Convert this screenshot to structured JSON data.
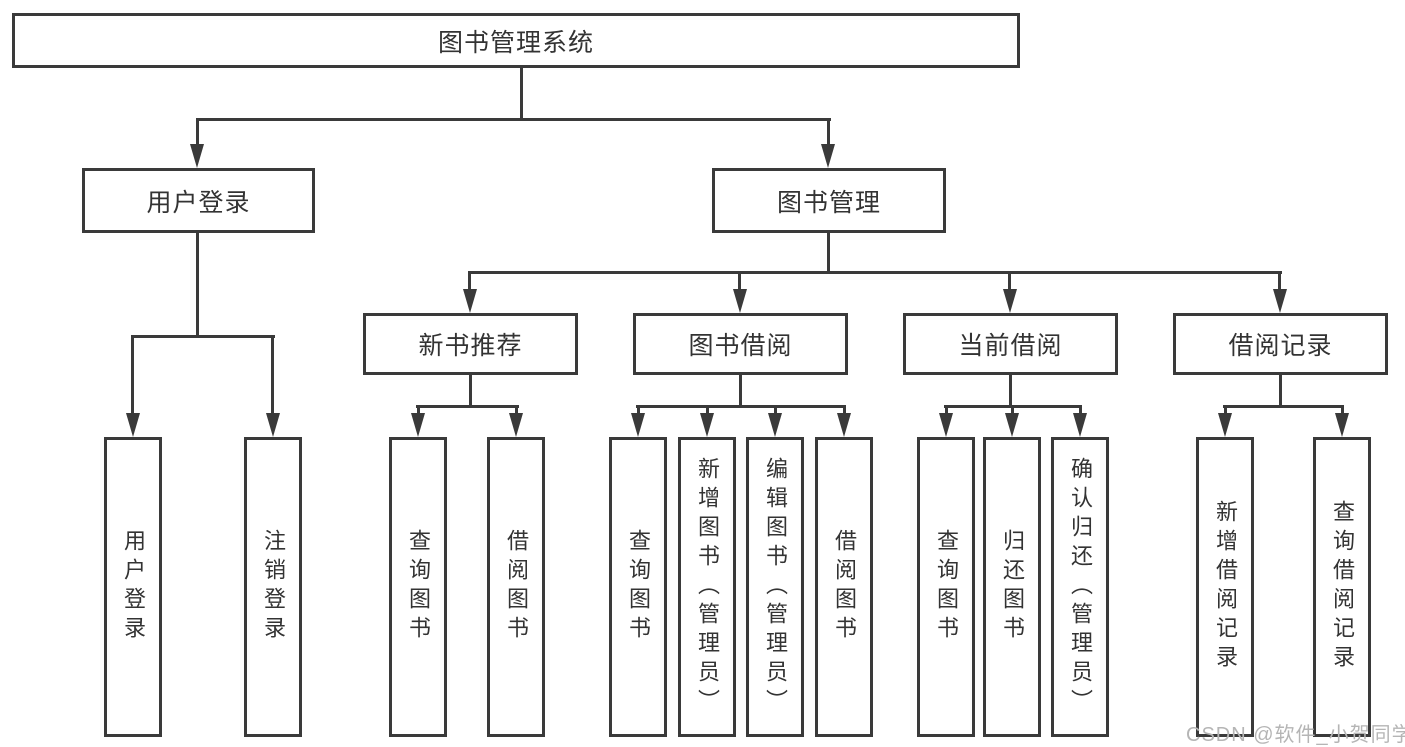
{
  "diagram_title": "图书管理系统",
  "nodes": {
    "root": "图书管理系统",
    "user_login": "用户登录",
    "book_management": "图书管理",
    "new_book_recommend": "新书推荐",
    "book_borrowing": "图书借阅",
    "current_borrowing": "当前借阅",
    "borrowing_records": "借阅记录",
    "user_login_leaf": "用户登录",
    "logout_leaf": "注销登录",
    "recommend_query_book": "查询图书",
    "recommend_borrow_book": "借阅图书",
    "borrowing_query_book": "查询图书",
    "borrowing_add_book_admin": "新增图书（管理员）",
    "borrowing_edit_book_admin": "编辑图书（管理员）",
    "borrowing_borrow_book": "借阅图书",
    "current_query_book": "查询图书",
    "current_return_book": "归还图书",
    "current_confirm_return_admin": "确认归还（管理员）",
    "records_add_record": "新增借阅记录",
    "records_query_record": "查询借阅记录"
  },
  "hierarchy": {
    "图书管理系统": [
      "用户登录",
      "图书管理"
    ],
    "用户登录": [
      "用户登录",
      "注销登录"
    ],
    "图书管理": [
      "新书推荐",
      "图书借阅",
      "当前借阅",
      "借阅记录"
    ],
    "新书推荐": [
      "查询图书",
      "借阅图书"
    ],
    "图书借阅": [
      "查询图书",
      "新增图书（管理员）",
      "编辑图书（管理员）",
      "借阅图书"
    ],
    "当前借阅": [
      "查询图书",
      "归还图书",
      "确认归还（管理员）"
    ],
    "借阅记录": [
      "新增借阅记录",
      "查询借阅记录"
    ]
  },
  "watermark": "CSDN @软件_小贺同学",
  "colors": {
    "line": "#3a3a3a",
    "text": "#333333",
    "box_fill": "#ffffff",
    "watermark": "#b5b5b5",
    "background": "#ffffff"
  }
}
